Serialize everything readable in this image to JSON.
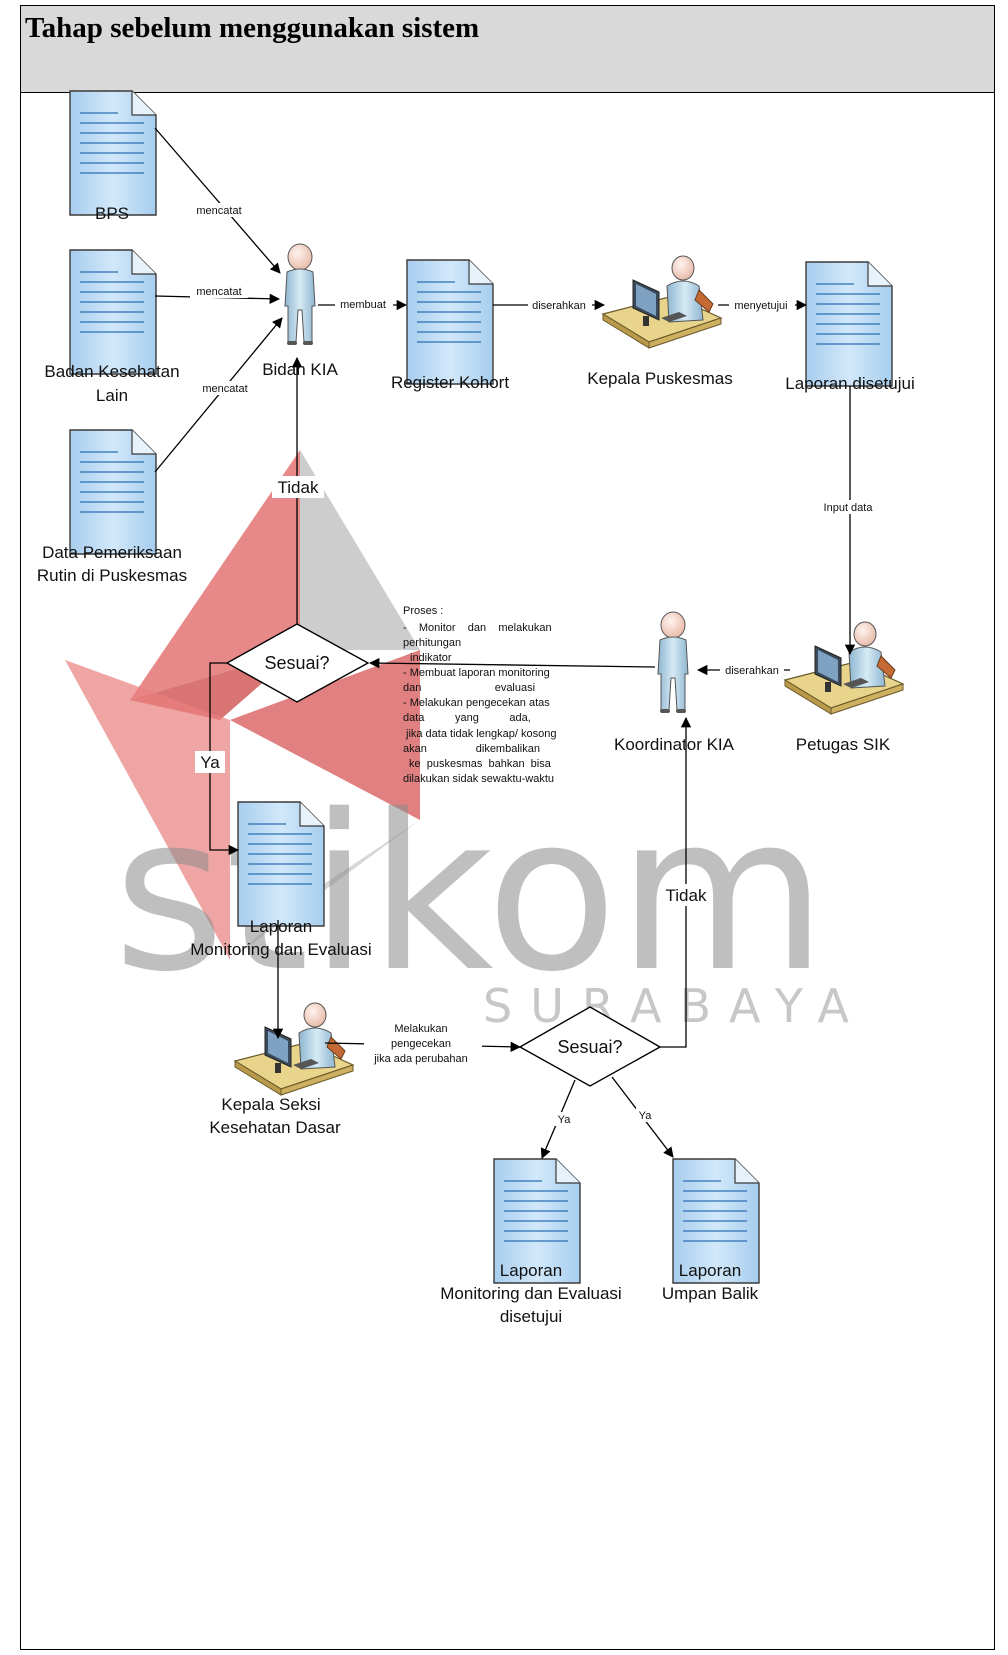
{
  "title": "Tahap sebelum menggunakan sistem",
  "watermark": {
    "text": "stikom",
    "subtext": "SURABAYA",
    "colors": {
      "red": "#d93a3a",
      "gray": "#8c8c8c"
    }
  },
  "nodes": {
    "bps": "BPS",
    "badan_line1": "Badan Kesehatan",
    "badan_line2": "Lain",
    "data_line1": "Data Pemeriksaan",
    "data_line2": "Rutin di Puskesmas",
    "bidan": "Bidan KIA",
    "register": "Register Kohort",
    "kepala_puskesmas": "Kepala Puskesmas",
    "laporan_disetujui": "Laporan disetujui",
    "petugas_sik": "Petugas SIK",
    "koordinator": "Koordinator KIA",
    "sesuai1": "Sesuai?",
    "sesuai2": "Sesuai?",
    "lapmon_line1": "Laporan",
    "lapmon_line2": "Monitoring dan Evaluasi",
    "kepala_seksi_line1": "Kepala Seksi",
    "kepala_seksi_line2": "Kesehatan Dasar",
    "lapmon_ok_line1": "Laporan",
    "lapmon_ok_line2": "Monitoring dan Evaluasi",
    "lapmon_ok_line3": "disetujui",
    "umpan_line1": "Laporan",
    "umpan_line2": "Umpan Balik"
  },
  "edges": {
    "mencatat1": "mencatat",
    "mencatat2": "mencatat",
    "mencatat3": "mencatat",
    "membuat": "membuat",
    "diserahkan1": "diserahkan",
    "menyetujui": "menyetujui",
    "input_data": "Input data",
    "diserahkan2": "diserahkan",
    "tidak1": "Tidak",
    "ya1": "Ya",
    "tidak2": "Tidak",
    "cek_line1": "Melakukan",
    "cek_line2": "pengecekan",
    "cek_line3": "jika ada perubahan",
    "ya2": "Ya",
    "ya3": "Ya"
  },
  "note": [
    "Proses :",
    "-    Monitor    dan    melakukan",
    "perhitungan",
    "indikator",
    "- Membuat laporan monitoring",
    "dan                        evaluasi",
    "- Melakukan pengecekan atas",
    "data          yang          ada,",
    "jika data tidak lengkap/ kosong",
    "akan                dikembalikan",
    "ke  puskesmas  bahkan  bisa",
    "dilakukan sidak sewaktu-waktu"
  ]
}
